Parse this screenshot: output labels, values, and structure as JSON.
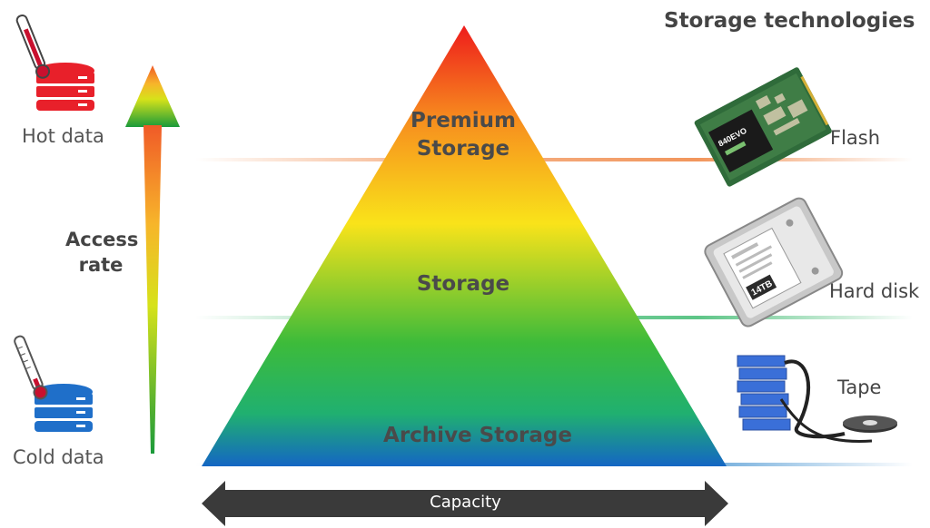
{
  "title": "Storage technologies",
  "left": {
    "hot_label": "Hot data",
    "cold_label": "Cold data",
    "access_label": "Access rate"
  },
  "tiers": [
    {
      "label": "Premium Storage",
      "color": "#f08a4a"
    },
    {
      "label": "Storage",
      "color": "#4cbf7a"
    },
    {
      "label": "Archive Storage",
      "color": "#5a9fd6"
    }
  ],
  "technologies": [
    {
      "label": "Flash",
      "icon": "ssd-icon"
    },
    {
      "label": "Hard disk",
      "icon": "hard-disk-icon"
    },
    {
      "label": "Tape",
      "icon": "tape-icon"
    }
  ],
  "bottom": {
    "capacity_label": "Capacity"
  },
  "colors": {
    "hot": "#e8202a",
    "cold": "#1f6fc9",
    "arrow": "#3a3a3a"
  }
}
